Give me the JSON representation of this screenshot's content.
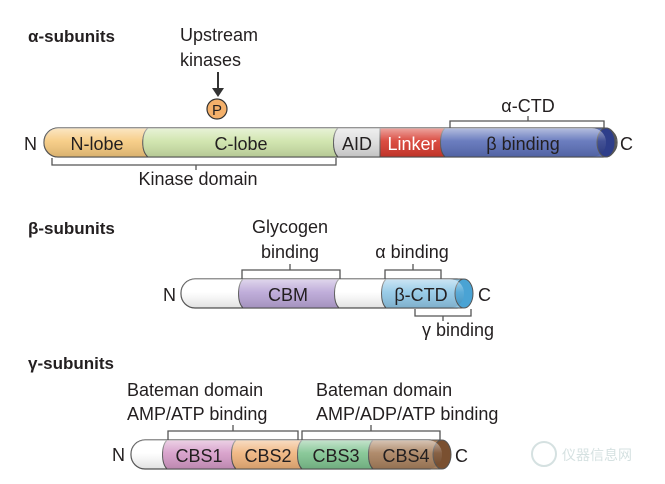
{
  "alpha": {
    "title": "α-subunits",
    "upstream_line1": "Upstream",
    "upstream_line2": "kinases",
    "phospho": "P",
    "n_term": "N",
    "c_term": "C",
    "seg_nlobe": "N-lobe",
    "seg_clobe": "C-lobe",
    "seg_aid": "AID",
    "seg_linker": "Linker",
    "seg_bbinding": "β binding",
    "ctd_label": "α-CTD",
    "kinase_domain": "Kinase domain"
  },
  "beta": {
    "title": "β-subunits",
    "glycogen_line1": "Glycogen",
    "glycogen_line2": "binding",
    "alpha_binding": "α binding",
    "gamma_binding": "γ binding",
    "n_term": "N",
    "c_term": "C",
    "seg_cbm": "CBM",
    "seg_ctd": "β-CTD"
  },
  "gamma": {
    "title": "γ-subunits",
    "bateman1_line1": "Bateman domain",
    "bateman1_line2": "AMP/ATP binding",
    "bateman2_line1": "Bateman domain",
    "bateman2_line2": "AMP/ADP/ATP binding",
    "n_term": "N",
    "c_term": "C",
    "seg_cbs1": "CBS1",
    "seg_cbs2": "CBS2",
    "seg_cbs3": "CBS3",
    "seg_cbs4": "CBS4"
  },
  "watermark": "仪器信息网",
  "colors": {
    "nlobe": "#f6c97d",
    "clobe": "#cde3a8",
    "aid": "#dcdcdc",
    "linker": "#d7392d",
    "bbinding": "#5b6fb8",
    "cbm": "#b9a5d6",
    "ctd": "#8fc7e6",
    "cbs1": "#d59ac7",
    "cbs2": "#efb27a",
    "cbs3": "#7ec38f",
    "cbs4": "#a77f5c",
    "pcircle": "#f4b06a"
  }
}
